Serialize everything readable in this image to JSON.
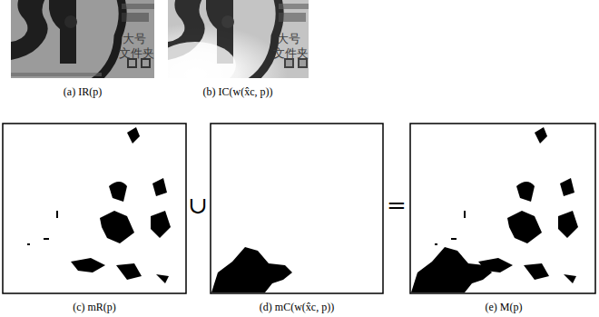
{
  "diagram": {
    "labels": [
      "大号",
      "文件夹",
      "大号",
      "文件夹",
      "(a) IR(p)",
      "(b) IC(w(x̂c, p))",
      "∪",
      "=",
      "(c) mR(p)",
      "(d) mC(w(x̂c, p))",
      "(e) M(p)"
    ]
  }
}
